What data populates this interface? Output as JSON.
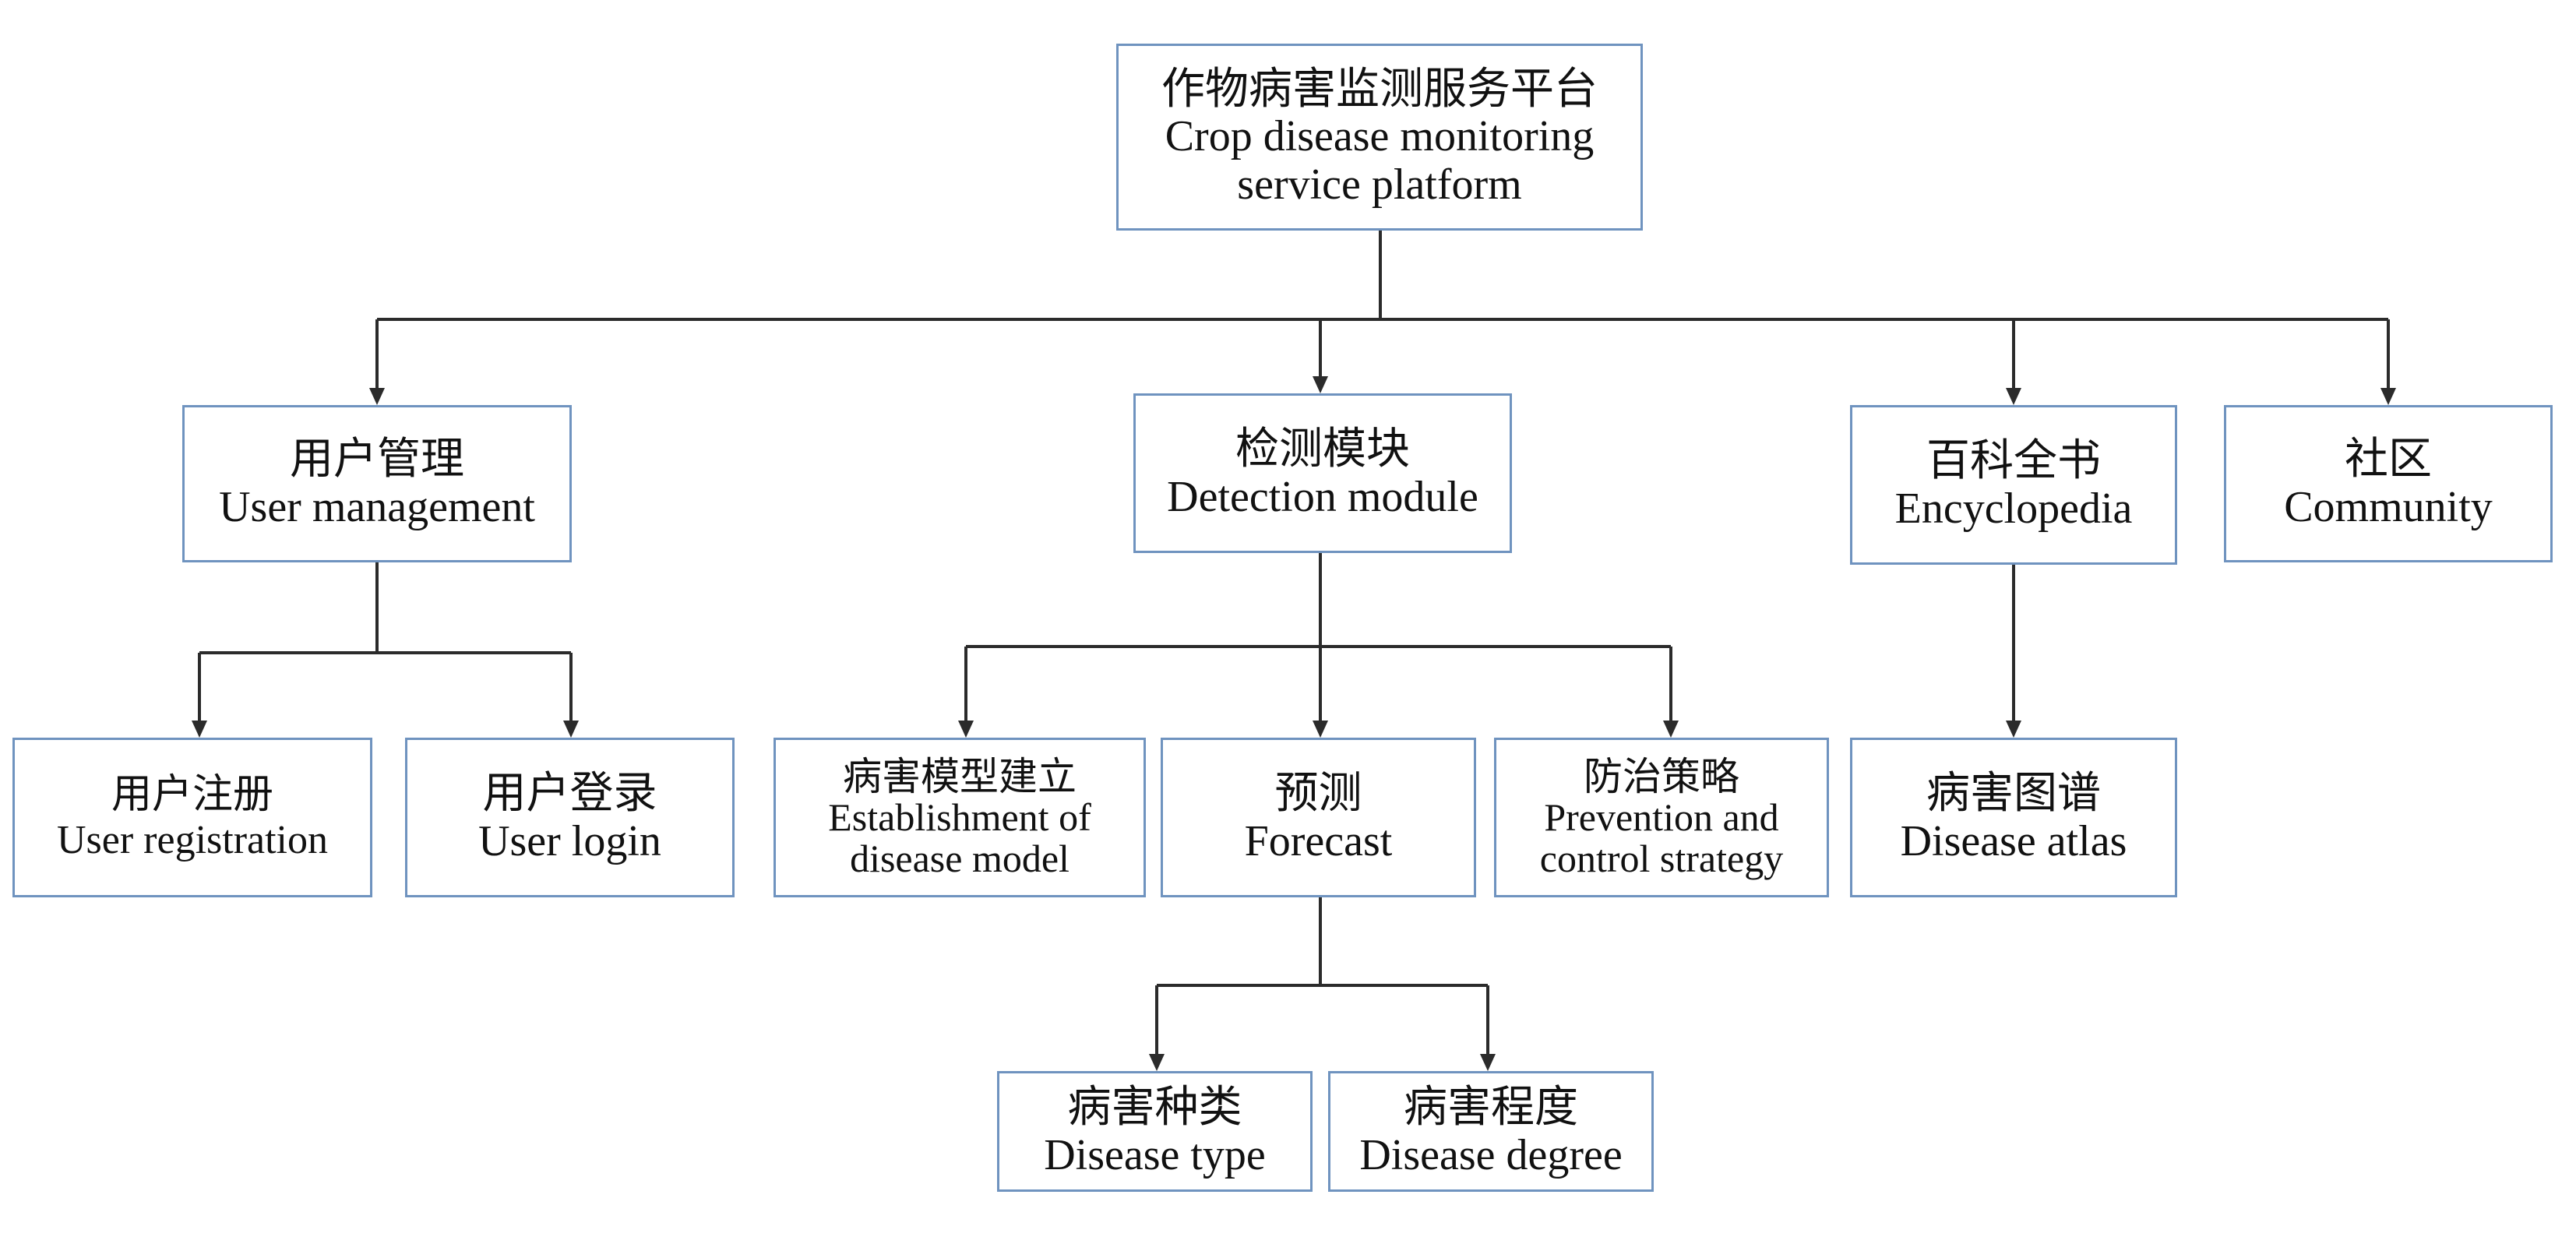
{
  "colors": {
    "box_border": "#6f93bf",
    "connector": "#2b2b2b",
    "text": "#111111"
  },
  "root": {
    "zh": "作物病害监测服务平台",
    "en_line1": "Crop disease monitoring",
    "en_line2": "service platform"
  },
  "modules": {
    "user_management": {
      "zh": "用户管理",
      "en": "User management"
    },
    "detection": {
      "zh": "检测模块",
      "en": "Detection module"
    },
    "encyclopedia": {
      "zh": "百科全书",
      "en": "Encyclopedia"
    },
    "community": {
      "zh": "社区",
      "en": "Community"
    }
  },
  "user_children": {
    "registration": {
      "zh": "用户注册",
      "en": "User registration"
    },
    "login": {
      "zh": "用户登录",
      "en": "User login"
    }
  },
  "detection_children": {
    "model": {
      "zh": "病害模型建立",
      "en_line1": "Establishment of",
      "en_line2": "disease model"
    },
    "forecast": {
      "zh": "预测",
      "en": "Forecast"
    },
    "prevention": {
      "zh": "防治策略",
      "en_line1": "Prevention and",
      "en_line2": "control strategy"
    }
  },
  "encyclopedia_children": {
    "atlas": {
      "zh": "病害图谱",
      "en": "Disease atlas"
    }
  },
  "forecast_children": {
    "type": {
      "zh": "病害种类",
      "en": "Disease type"
    },
    "degree": {
      "zh": "病害程度",
      "en": "Disease degree"
    }
  }
}
